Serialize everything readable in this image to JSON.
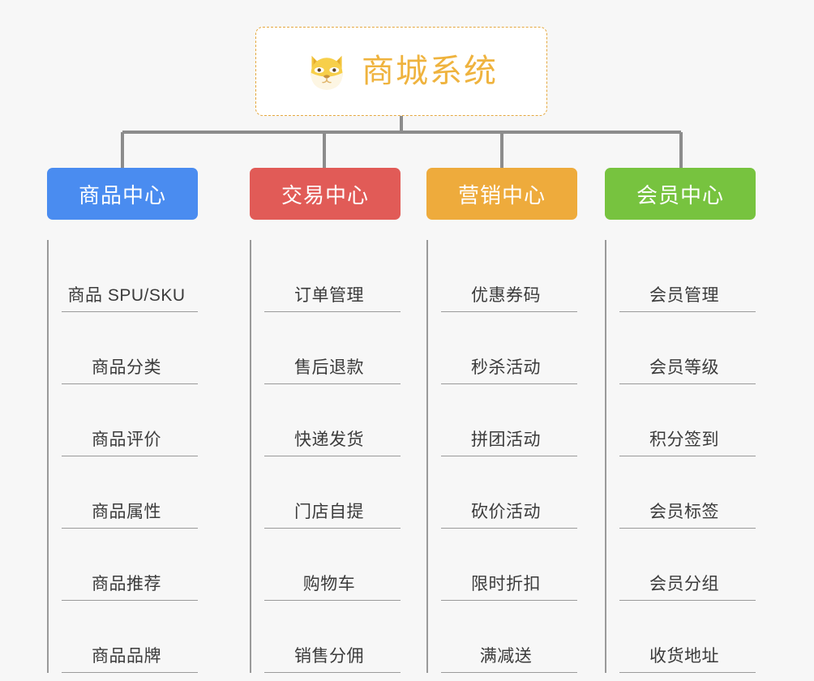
{
  "root": {
    "title": "商城系统",
    "emoji_icon": "shiba-dog-icon",
    "border_color": "#e5a83f",
    "text_color": "#efb33e"
  },
  "connector": {
    "color": "#8c8c8c"
  },
  "categories": [
    {
      "label": "商品中心",
      "color": "#4a8cf0",
      "items": [
        "商品 SPU/SKU",
        "商品分类",
        "商品评价",
        "商品属性",
        "商品推荐",
        "商品品牌"
      ]
    },
    {
      "label": "交易中心",
      "color": "#e15b57",
      "items": [
        "订单管理",
        "售后退款",
        "快递发货",
        "门店自提",
        "购物车",
        "销售分佣"
      ]
    },
    {
      "label": "营销中心",
      "color": "#eeab3c",
      "items": [
        "优惠券码",
        "秒杀活动",
        "拼团活动",
        "砍价活动",
        "限时折扣",
        "满减送"
      ]
    },
    {
      "label": "会员中心",
      "color": "#77c33f",
      "items": [
        "会员管理",
        "会员等级",
        "积分签到",
        "会员标签",
        "会员分组",
        "收货地址"
      ]
    }
  ]
}
